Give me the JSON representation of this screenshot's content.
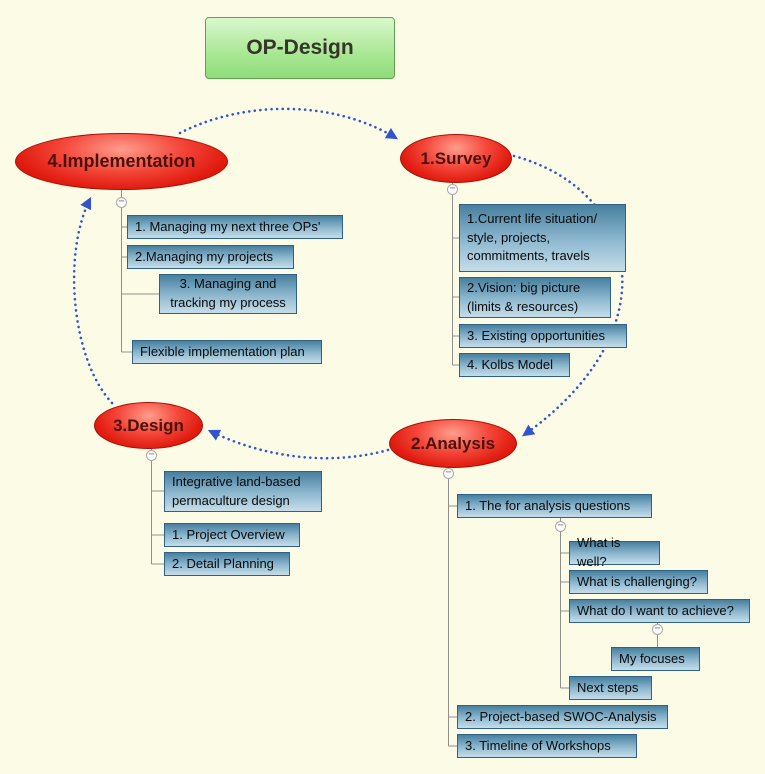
{
  "root": {
    "label": "OP-Design"
  },
  "icons": {
    "collapse": "−"
  },
  "colors": {
    "background": "#fcfce6",
    "root_green": "#a9e794",
    "phase_red": "#e01a0e",
    "child_blue_top": "#47809f",
    "child_blue_bottom": "#c6dde9",
    "cycle_arrow_blue": "#3355cc",
    "connector_gray": "#8f8f8f"
  },
  "branches": {
    "implementation": {
      "label": "4.Implementation",
      "children": {
        "managing_ops": "1. Managing my next three OPs'",
        "managing_projects": "2.Managing my projects",
        "managing_process": "3. Managing and tracking my process",
        "flexible_plan": "Flexible implementation plan"
      }
    },
    "survey": {
      "label": "1.Survey",
      "children": {
        "current_life": "1.Current life situation/ style, projects, commitments, travels",
        "vision": "2.Vision: big picture (limits & resources)",
        "opportunities": "3. Existing opportunities",
        "kolbs": "4. Kolbs Model"
      }
    },
    "design": {
      "label": "3.Design",
      "children": {
        "integrative": "Integrative land-based permaculture design",
        "overview": "1. Project Overview",
        "detail": "2. Detail Planning"
      }
    },
    "analysis": {
      "label": "2.Analysis",
      "children": {
        "questions": "1. The for analysis questions",
        "swoc": "2. Project-based SWOC-Analysis",
        "timeline": "3. Timeline of Workshops"
      },
      "questions_children": {
        "well": "What is well?",
        "challenging": "What is challenging?",
        "achieve": "What do I want to achieve?",
        "next_steps": "Next steps"
      },
      "achieve_children": {
        "focuses": "My focuses"
      }
    }
  }
}
